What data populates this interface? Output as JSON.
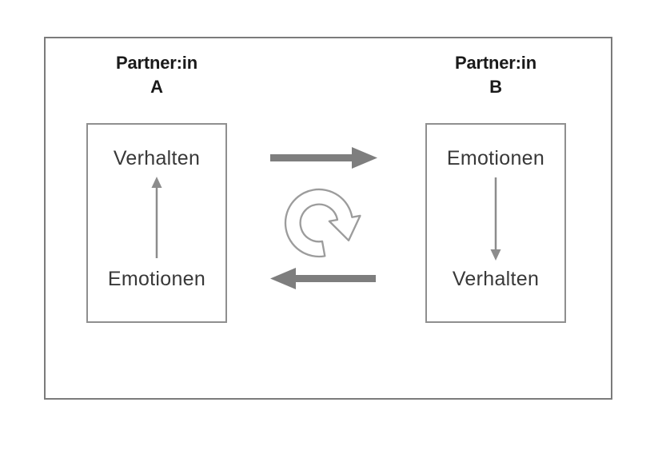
{
  "diagram": {
    "panel_a": {
      "title_line1": "Partner:in",
      "title_line2": "A",
      "box": {
        "top_label": "Verhalten",
        "bottom_label": "Emotionen",
        "inner_arrow_direction": "up"
      }
    },
    "panel_b": {
      "title_line1": "Partner:in",
      "title_line2": "B",
      "box": {
        "top_label": "Emotionen",
        "bottom_label": "Verhalten",
        "inner_arrow_direction": "down"
      }
    },
    "center": {
      "top_arrow_direction": "right",
      "bottom_arrow_direction": "left",
      "cycle_icon": "clockwise-cycle-arrow"
    },
    "colors": {
      "background": "#ffffff",
      "frame_border": "#7b7b7b",
      "box_border": "#8f8f8f",
      "title_text": "#1a1a1a",
      "box_text": "#383838",
      "horizontal_arrow": "#7e7e7e",
      "vertical_arrow": "#8c8c8c",
      "cycle_outline": "#9c9c9c",
      "cycle_fill": "#ffffff"
    }
  }
}
